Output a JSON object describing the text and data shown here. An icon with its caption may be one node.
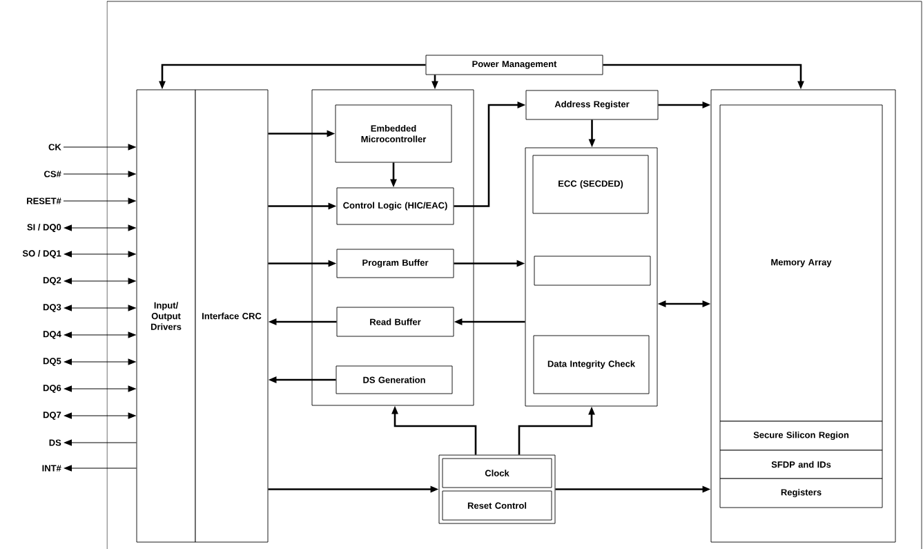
{
  "diagram": {
    "nodes": [
      {
        "text": [
          "Power Management"
        ]
      },
      {
        "text": [
          "Input/ Output Drivers"
        ]
      },
      {
        "text": [
          "Interface CRC"
        ]
      },
      {
        "text": [],
        "shape": "box"
      },
      {
        "text": [
          "Embedded Microcontroller"
        ],
        "in": 3
      },
      {
        "text": [
          "Control Logic (HIC/EAC)"
        ],
        "in": 3
      },
      {
        "text": [
          "Program Buffer"
        ],
        "in": 3
      },
      {
        "text": [
          "Read Buffer"
        ],
        "in": 3
      },
      {
        "text": [
          "DS Generation"
        ],
        "in": 3
      },
      {
        "text": [
          "Address Register"
        ]
      },
      {
        "text": [],
        "shape": "box"
      },
      {
        "text": [
          "ECC (SECDED)"
        ],
        "in": 10
      },
      {
        "text": [],
        "shape": "box",
        "in": 10
      },
      {
        "text": [
          "Data Integrity Check"
        ],
        "in": 10
      },
      {
        "text": [],
        "shape": "box"
      },
      {
        "text": [
          "Clock"
        ],
        "in": 14
      },
      {
        "text": [
          "Reset Control"
        ],
        "in": 14
      },
      {
        "text": [],
        "shape": "box"
      },
      {
        "text": [
          "Memory Array"
        ],
        "in": 17
      },
      {
        "text": [
          "Secure Silicon Region"
        ],
        "in": 17
      },
      {
        "text": [
          "SFDP and IDs"
        ],
        "in": 17
      },
      {
        "text": [
          "Registers"
        ],
        "in": 17
      },
      {
        "text": [
          "CK"
        ]
      },
      {
        "text": [
          "CS#"
        ]
      },
      {
        "text": [
          "RESET#"
        ]
      },
      {
        "text": [
          "SI / DQ0"
        ]
      },
      {
        "text": [
          "SO / DQ1"
        ]
      },
      {
        "text": [
          "DQ2"
        ]
      },
      {
        "text": [
          "DQ3"
        ]
      },
      {
        "text": [
          "DQ4"
        ]
      },
      {
        "text": [
          "DQ5"
        ]
      },
      {
        "text": [
          "DQ6"
        ]
      },
      {
        "text": [
          "DQ7"
        ]
      },
      {
        "text": [
          "DS"
        ]
      },
      {
        "text": [
          "INT#"
        ]
      }
    ],
    "edges": [
      {
        "from": 0,
        "to": 1,
        "arrow": "to"
      },
      {
        "from": 0,
        "to": 3,
        "arrow": "to"
      },
      {
        "from": 0,
        "to": 17,
        "arrow": "to"
      },
      {
        "from": 2,
        "to": 4,
        "arrow": "to"
      },
      {
        "from": 2,
        "to": 5,
        "arrow": "to"
      },
      {
        "from": 2,
        "to": 6,
        "arrow": "to"
      },
      {
        "from": 7,
        "to": 2,
        "arrow": "to"
      },
      {
        "from": 8,
        "to": 2,
        "arrow": "to"
      },
      {
        "from": 4,
        "to": 5,
        "arrow": "to"
      },
      {
        "from": 5,
        "to": 9,
        "arrow": "to"
      },
      {
        "from": 9,
        "to": 17,
        "arrow": "to"
      },
      {
        "from": 9,
        "to": 10,
        "arrow": "to"
      },
      {
        "from": 6,
        "to": 10,
        "arrow": "to"
      },
      {
        "from": 10,
        "to": 7,
        "arrow": "to"
      },
      {
        "from": 10,
        "to": 17,
        "arrow": "both"
      },
      {
        "from": 14,
        "to": 3,
        "arrow": "to"
      },
      {
        "from": 14,
        "to": 10,
        "arrow": "to"
      },
      {
        "from": 2,
        "to": 14,
        "arrow": "to"
      },
      {
        "from": 14,
        "to": 17,
        "arrow": "to"
      },
      {
        "from": 22,
        "to": 1,
        "arrow": "to"
      },
      {
        "from": 23,
        "to": 1,
        "arrow": "to"
      },
      {
        "from": 24,
        "to": 1,
        "arrow": "to"
      },
      {
        "from": 25,
        "to": 1,
        "arrow": "both"
      },
      {
        "from": 26,
        "to": 1,
        "arrow": "both"
      },
      {
        "from": 27,
        "to": 1,
        "arrow": "both"
      },
      {
        "from": 28,
        "to": 1,
        "arrow": "both"
      },
      {
        "from": 29,
        "to": 1,
        "arrow": "both"
      },
      {
        "from": 30,
        "to": 1,
        "arrow": "both"
      },
      {
        "from": 31,
        "to": 1,
        "arrow": "both"
      },
      {
        "from": 32,
        "to": 1,
        "arrow": "both"
      },
      {
        "from": 1,
        "to": 33,
        "arrow": "to"
      },
      {
        "from": 1,
        "to": 34,
        "arrow": "to"
      }
    ]
  }
}
